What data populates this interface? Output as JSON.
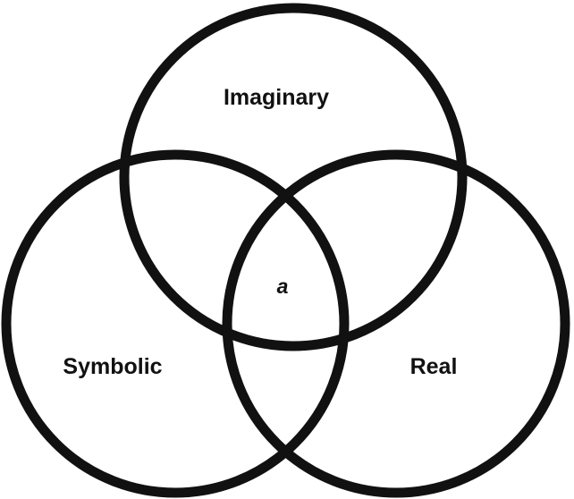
{
  "diagram": {
    "circles": {
      "imaginary": {
        "label": "Imaginary"
      },
      "symbolic": {
        "label": "Symbolic"
      },
      "real": {
        "label": "Real"
      }
    },
    "center_label": "a"
  },
  "colors": {
    "stroke": "#111111",
    "background": "#ffffff"
  }
}
